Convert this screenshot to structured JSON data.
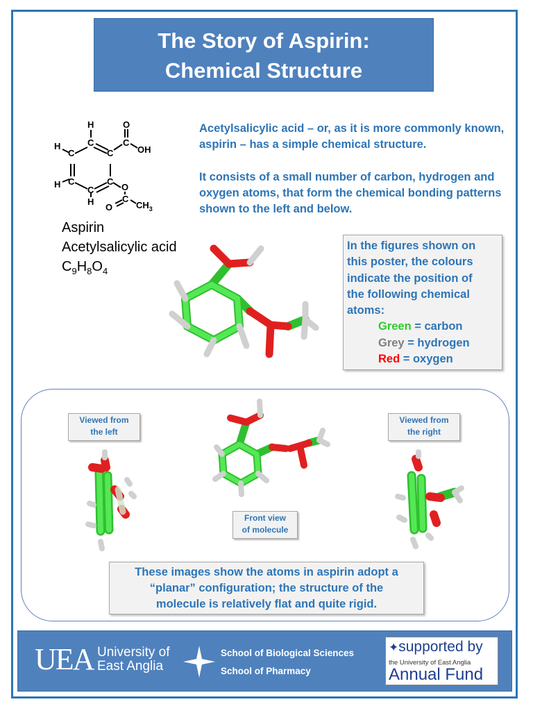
{
  "title": {
    "line1": "The Story of Aspirin:",
    "line2": "Chemical Structure"
  },
  "intro": {
    "p1": "Acetylsalicylic acid – or, as it is more commonly known, aspirin – has a simple chemical structure.",
    "p2": "It consists of a small number of carbon, hydrogen and oxygen atoms, that form the chemical bonding patterns shown to the left and below."
  },
  "names": {
    "common": "Aspirin",
    "systematic": "Acetylsalicylic acid",
    "formula_c": "C",
    "formula_c_sub": "9",
    "formula_h": "H",
    "formula_h_sub": "8",
    "formula_o": "O",
    "formula_o_sub": "4"
  },
  "structure_labels": {
    "h_top": "H",
    "h_left_upper": "H",
    "h_left_lower": "H",
    "h_bottom": "H",
    "c": "C",
    "o_carbonyl_top": "O",
    "oh": "OH",
    "o_ester": "O",
    "o_carbonyl_bottom": "O",
    "ch3": "CH",
    "ch3_sub": "3"
  },
  "legend": {
    "intro_line1": "In the figures shown on",
    "intro_line2": "this poster, the colours",
    "intro_line3": "indicate the position of",
    "intro_line4": "the following chemical",
    "intro_line5": "atoms:",
    "green_word": "Green",
    "green_rest": " = carbon",
    "grey_word": "Grey",
    "grey_rest": " = hydrogen",
    "red_word": "Red",
    "red_rest": " = oxygen"
  },
  "views": {
    "left_line1": "Viewed from",
    "left_line2": "the left",
    "right_line1": "Viewed from",
    "right_line2": "the right",
    "front_line1": "Front view",
    "front_line2": "of molecule"
  },
  "caption": {
    "line1": "These images show the atoms in aspirin adopt a",
    "line2": "“planar” configuration; the structure of the",
    "line3": "molecule is relatively flat and quite rigid."
  },
  "footer": {
    "logo": "UEA",
    "university_line1": "University of",
    "university_line2": "East Anglia",
    "school1": "School of Biological Sciences",
    "school2": "School of Pharmacy",
    "fund_line1": "supported by",
    "fund_line2": "the University of East Anglia",
    "fund_line3": "Annual Fund"
  },
  "colors": {
    "accent": "#4f81bd",
    "text_blue": "#2e75b6",
    "carbon": "#39d639",
    "hydrogen": "#d9d9d9",
    "oxygen": "#e02020"
  }
}
